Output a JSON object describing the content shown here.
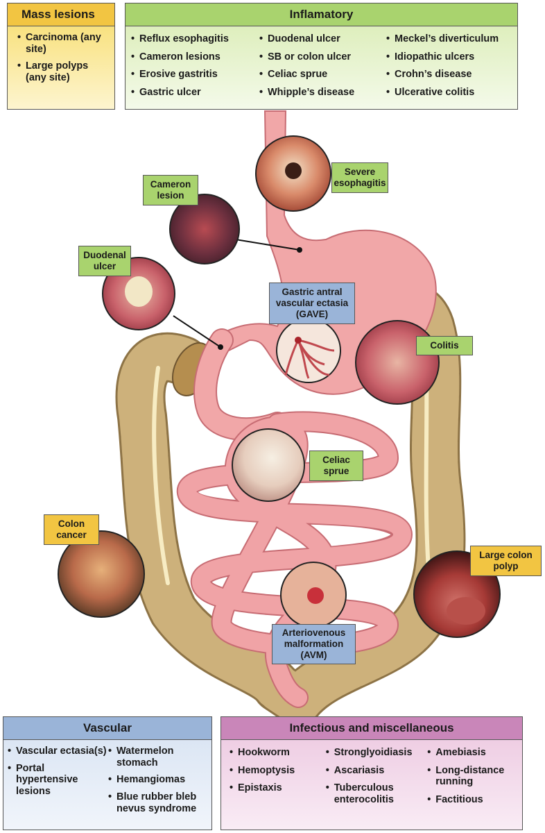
{
  "mass_lesions": {
    "title": "Mass lesions",
    "items": [
      "Carcinoma (any site)",
      "Large polyps (any site)"
    ]
  },
  "inflammatory": {
    "title": "Inflamatory",
    "col1": [
      "Reflux esophagitis",
      "Cameron lesions",
      "Erosive gastritis",
      "Gastric ulcer"
    ],
    "col2": [
      "Duodenal ulcer",
      "SB or colon ulcer",
      "Celiac sprue",
      "Whipple’s disease"
    ],
    "col3": [
      "Meckel’s diverticulum",
      "Idiopathic ulcers",
      "Crohn’s disease",
      "Ulcerative colitis"
    ]
  },
  "vascular": {
    "title": "Vascular",
    "col1": [
      "Vascular ectasia(s)",
      "Portal hypertensive lesions"
    ],
    "col2": [
      "Watermelon stomach",
      "Hemangiomas",
      "Blue rubber bleb nevus syndrome"
    ]
  },
  "infectious": {
    "title": "Infectious and miscellaneous",
    "col1": [
      "Hookworm",
      "Hemoptysis",
      "Epistaxis"
    ],
    "col2": [
      "Stronglyoidiasis",
      "Ascariasis",
      "Tuberculous enterocolitis"
    ],
    "col3": [
      "Amebiasis",
      "Long-distance running",
      "Factitious"
    ]
  },
  "callouts": {
    "severe_esophagitis": "Severe esophagitis",
    "cameron_lesion": "Cameron lesion",
    "duodenal_ulcer": "Duodenal ulcer",
    "gave": "Gastric antral vascular ectasia (GAVE)",
    "colitis": "Colitis",
    "celiac_sprue": "Celiac sprue",
    "colon_cancer": "Colon cancer",
    "large_colon_polyp": "Large colon polyp",
    "avm": "Arteriovenous malformation (AVM)"
  },
  "colors": {
    "mass": "#f2c542",
    "inflammatory": "#a9d36e",
    "vascular": "#9ab4d8",
    "infectious": "#c986b9",
    "gut_pink": "#eda0a4",
    "colon_tan": "#c9ae78"
  }
}
